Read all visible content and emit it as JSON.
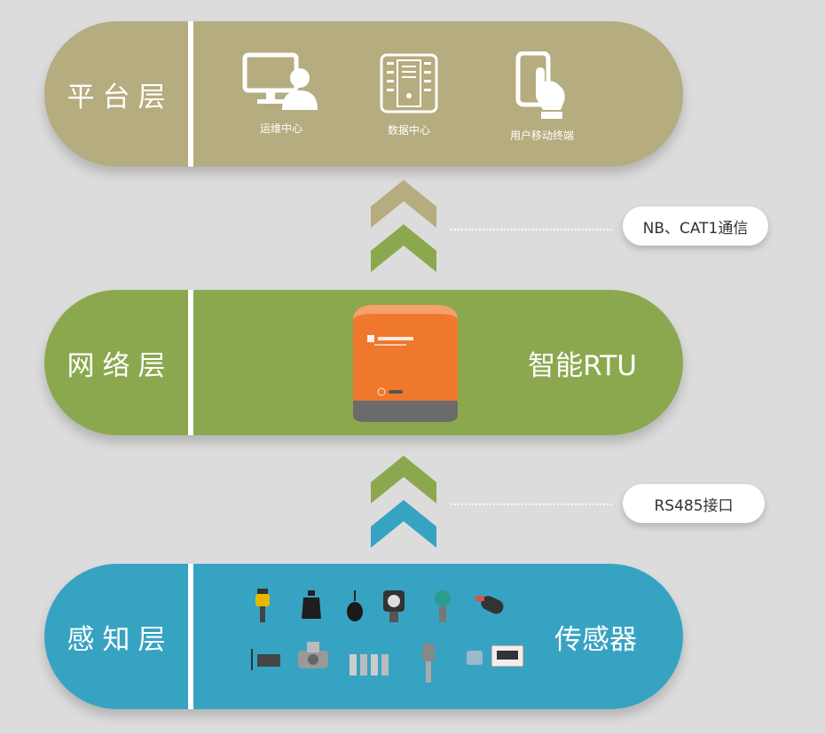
{
  "colors": {
    "background": "#dcdcdc",
    "platform": "#b5ac7f",
    "network": "#8ca84f",
    "sensing": "#37a3c3",
    "device_orange": "#f0782c"
  },
  "platform_layer": {
    "name": "平台层",
    "items": [
      {
        "icon": "monitor-user-icon",
        "label": "运维中心"
      },
      {
        "icon": "server-rack-icon",
        "label": "数据中心"
      },
      {
        "icon": "mobile-hand-icon",
        "label": "用户移动终端"
      }
    ]
  },
  "connection_top": {
    "label": "NB、CAT1通信"
  },
  "network_layer": {
    "name": "网络层",
    "device": "智能RTU"
  },
  "connection_bottom": {
    "label": "RS485接口"
  },
  "sensing_layer": {
    "name": "感知层",
    "device": "传感器"
  }
}
